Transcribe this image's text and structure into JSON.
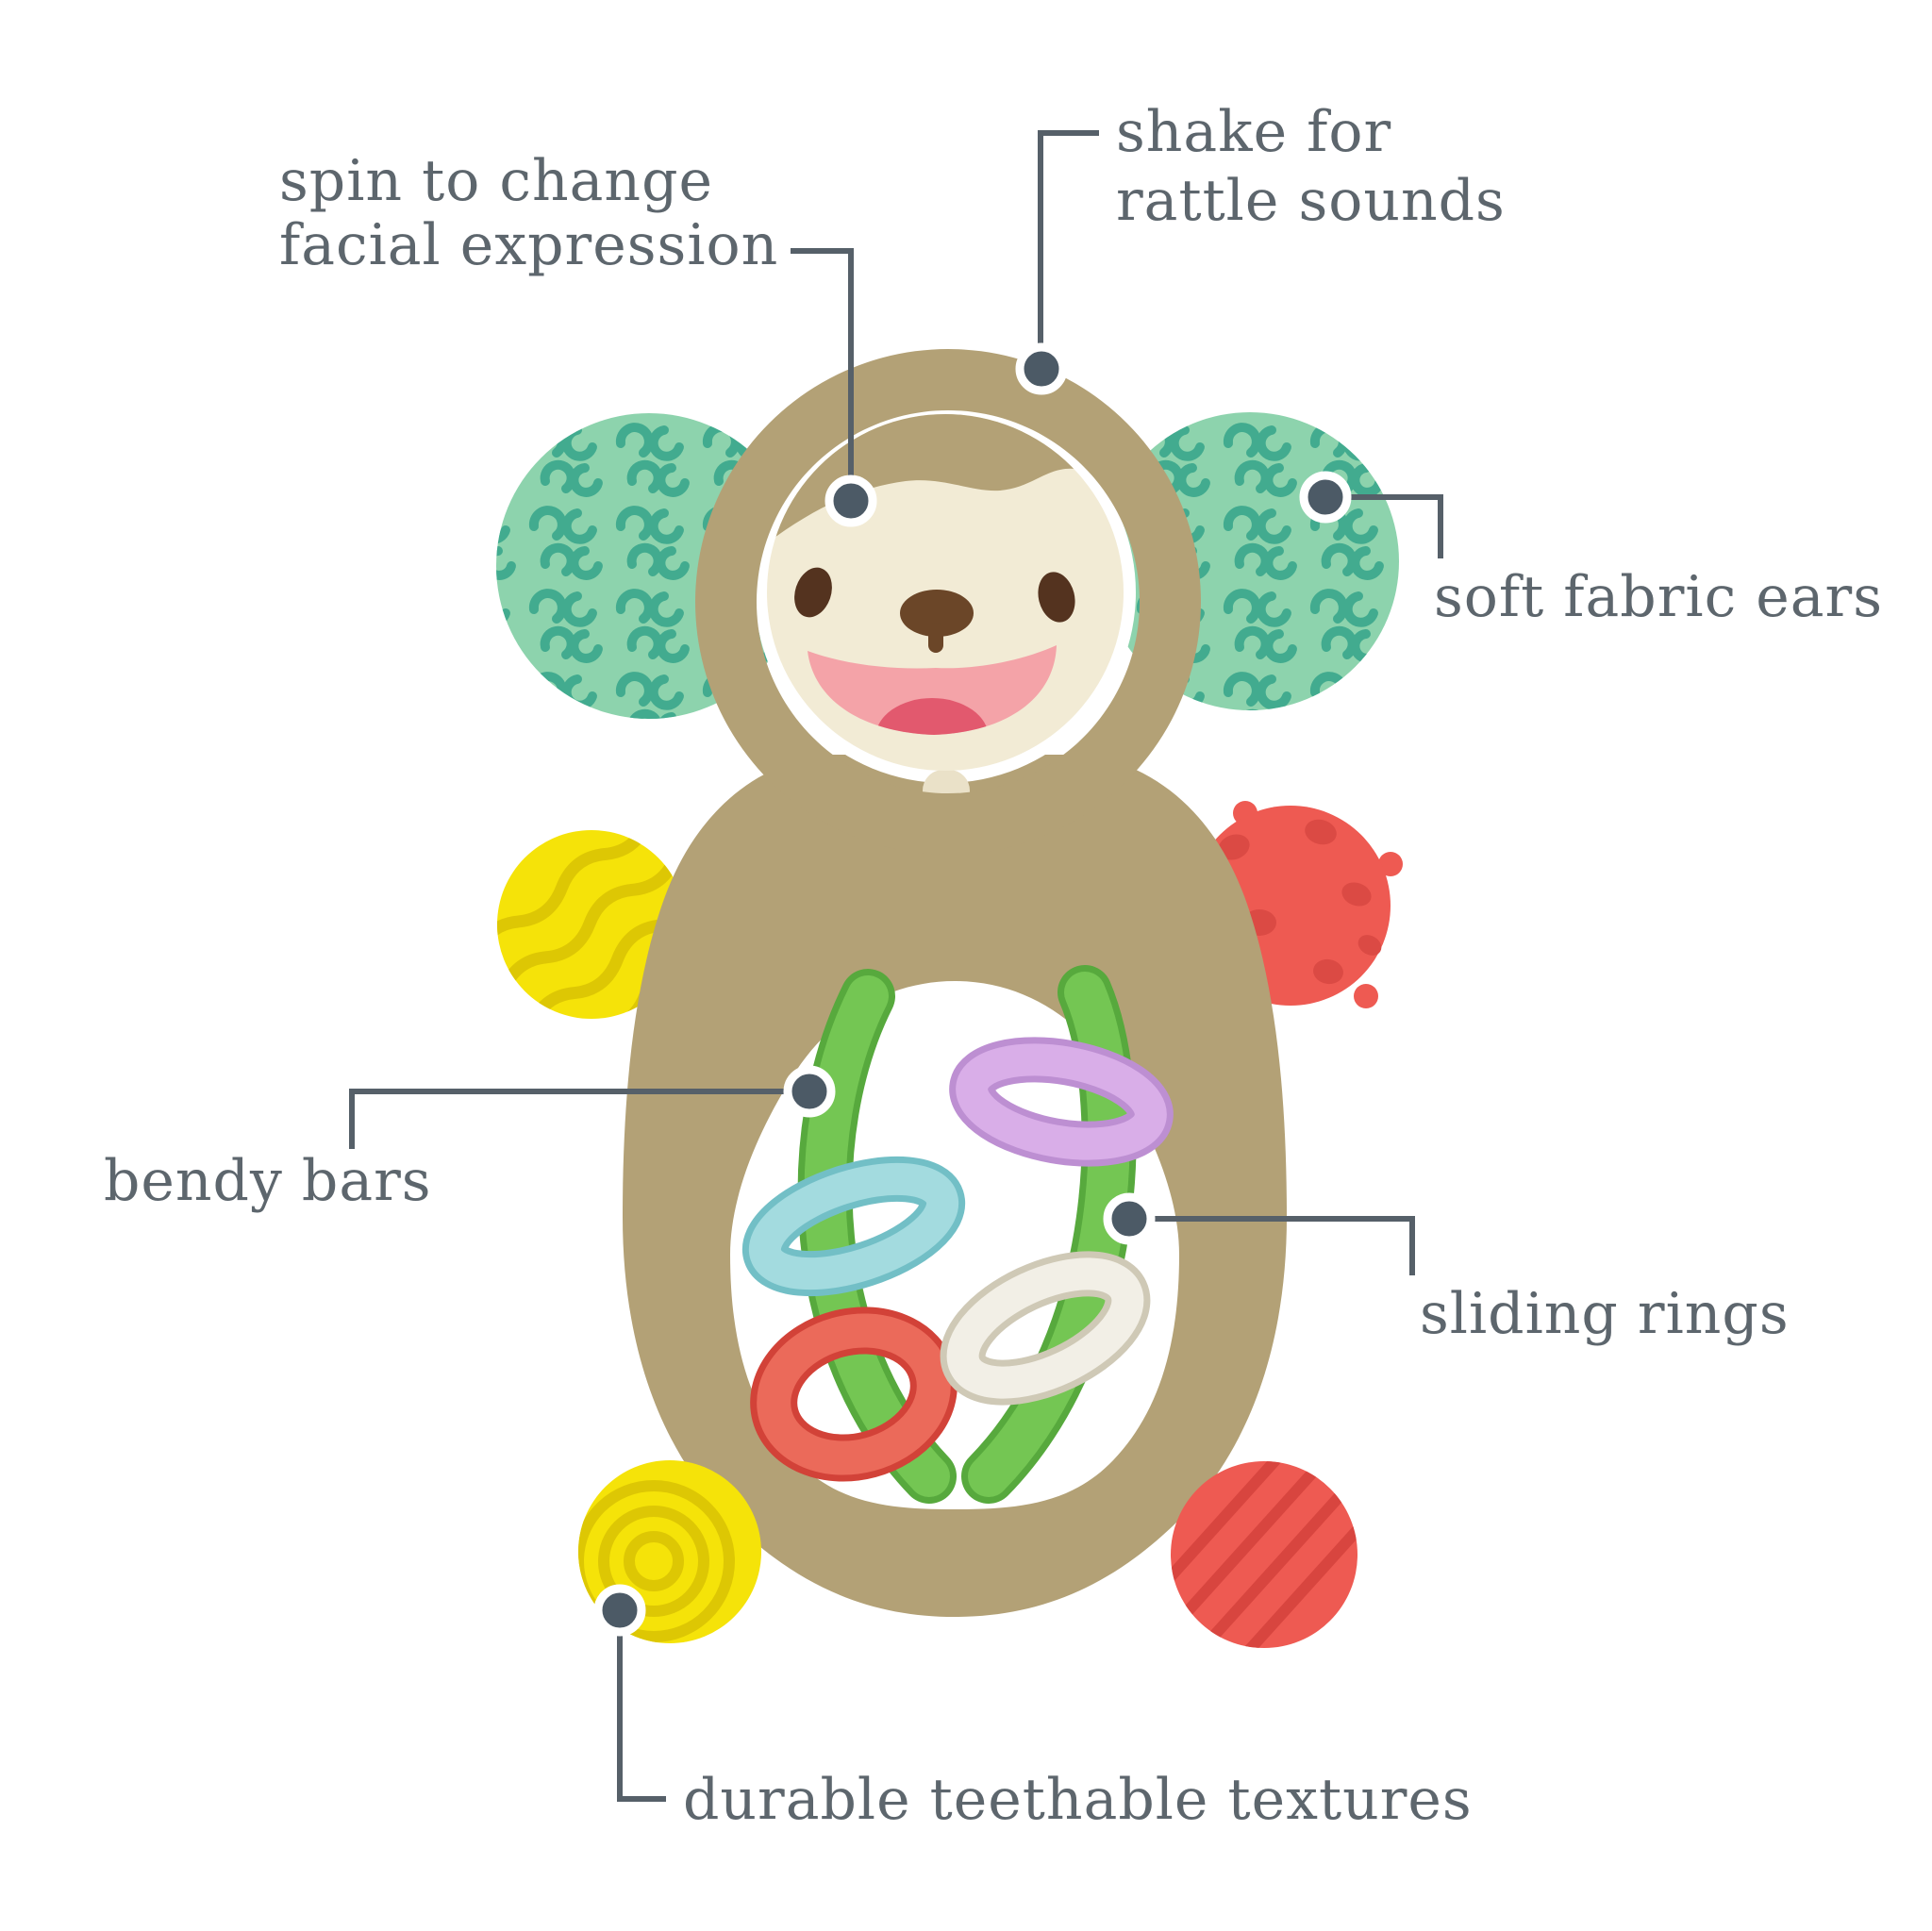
{
  "callouts": {
    "spin_face": {
      "line1": "spin to change",
      "line2": "facial expression"
    },
    "shake_rattle": {
      "line1": "shake for",
      "line2": "rattle sounds"
    },
    "soft_ears": {
      "label": "soft fabric ears"
    },
    "bendy_bars": {
      "label": "bendy bars"
    },
    "sliding_rings": {
      "label": "sliding rings"
    },
    "teethable": {
      "label": "durable teethable textures"
    }
  },
  "colors": {
    "text": "#5d666d",
    "line": "#566069",
    "dot": "#4c5a66",
    "tan": "#b3a176",
    "ear": "#8dd3ad",
    "ear_marks": "#35a489",
    "face_cream": "#f2ebd5",
    "eye_brown": "#54331f",
    "nose_brown": "#6b4628",
    "mouth_pink": "#f4a3a8",
    "tongue_red": "#e2596e",
    "bar_green": "#74c653",
    "ring_blue": "#a3dbdf",
    "ring_purple": "#d9aee8",
    "ring_red": "#eb6a5a",
    "ring_white": "#f2efe6",
    "ball_yellow": "#f5e309",
    "yellow_groove": "#ddc704",
    "ball_red": "#ee5a52",
    "red_detail": "#d8453f"
  }
}
